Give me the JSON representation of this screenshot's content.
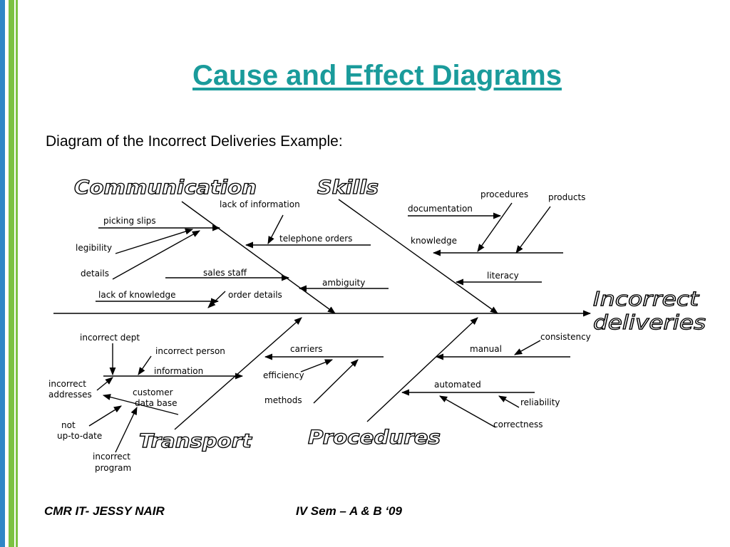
{
  "title": "Cause and Effect Diagrams",
  "subtitle": "Diagram of the Incorrect Deliveries Example:",
  "footer": {
    "left": "CMR IT- JESSY NAIR",
    "right": "IV Sem – A & B ‘09"
  },
  "diagram": {
    "effect": [
      "Incorrect",
      "deliveries"
    ],
    "categories": {
      "communication": "Communication",
      "skills": "Skills",
      "transport": "Transport",
      "procedures": "Procedures"
    },
    "labels": {
      "lack_of_information": "lack of information",
      "picking_slips": "picking slips",
      "telephone_orders": "telephone orders",
      "legibility": "legibility",
      "details": "details",
      "sales_staff": "sales staff",
      "ambiguity": "ambiguity",
      "lack_of_knowledge": "lack of knowledge",
      "order_details": "order details",
      "procedures": "procedures",
      "products": "products",
      "documentation": "documentation",
      "knowledge": "knowledge",
      "literacy": "literacy",
      "incorrect_dept": "incorrect dept",
      "incorrect_person": "incorrect person",
      "information": "information",
      "incorrect_addresses": [
        "incorrect",
        "addresses"
      ],
      "customer_data_base": [
        "customer",
        "data base"
      ],
      "not_up_to_date": [
        "not",
        "up-to-date"
      ],
      "incorrect_program": [
        "incorrect",
        "program"
      ],
      "carriers": "carriers",
      "efficiency": "efficiency",
      "methods": "methods",
      "consistency": "consistency",
      "manual": "manual",
      "automated": "automated",
      "reliability": "reliability",
      "correctness": "correctness"
    }
  }
}
